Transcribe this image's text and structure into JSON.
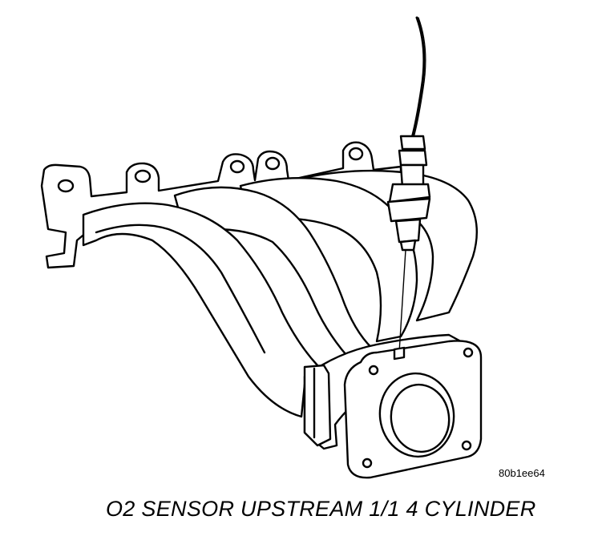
{
  "figure_code": "80b1ee64",
  "caption": "O2 SENSOR UPSTREAM 1/1 4 CYLINDER",
  "colors": {
    "line": "#000000",
    "fill": "#ffffff"
  },
  "illustration": {
    "subject": "exhaust manifold with oxygen sensor",
    "components": [
      "exhaust-manifold",
      "o2-sensor",
      "sensor-wire",
      "outlet-flange",
      "mounting-tabs"
    ]
  }
}
